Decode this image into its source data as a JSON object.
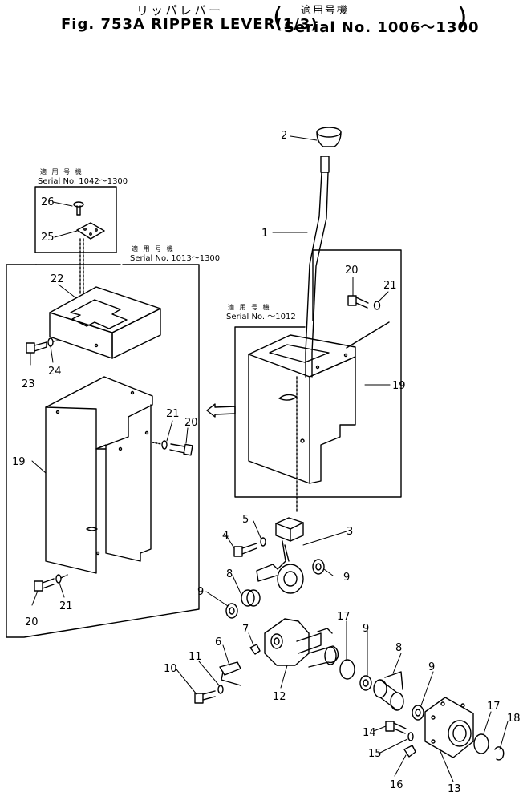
{
  "header": {
    "title_jp": "リッパレバー",
    "title": "Fig. 753A RIPPER LEVER(1/3)",
    "serial_jp": "適用号機",
    "serial": "Serial No. 1006～1300"
  },
  "notes": {
    "box_small_jp": "適 用 号 機",
    "box_small_serial": "Serial No. 1042～1300",
    "box_left_jp": "適 用 号 機",
    "box_left_serial": "Serial No. 1013～1300",
    "box_right_jp": "適 用 号 機",
    "box_right_serial": "Serial No. ～1012"
  },
  "callouts": {
    "c1": "1",
    "c2": "2",
    "c3": "3",
    "c4": "4",
    "c5": "5",
    "c6": "6",
    "c7": "7",
    "c8a": "8",
    "c8b": "8",
    "c9a": "9",
    "c9b": "9",
    "c9c": "9",
    "c9d": "9",
    "c10": "10",
    "c11": "11",
    "c12": "12",
    "c13": "13",
    "c14": "14",
    "c15": "15",
    "c16": "16",
    "c17a": "17",
    "c17b": "17",
    "c18": "18",
    "c19a": "19",
    "c19b": "19",
    "c20a": "20",
    "c20b": "20",
    "c20c": "20",
    "c21a": "21",
    "c21b": "21",
    "c21c": "21",
    "c22": "22",
    "c23": "23",
    "c24": "24",
    "c25": "25",
    "c26": "26"
  }
}
